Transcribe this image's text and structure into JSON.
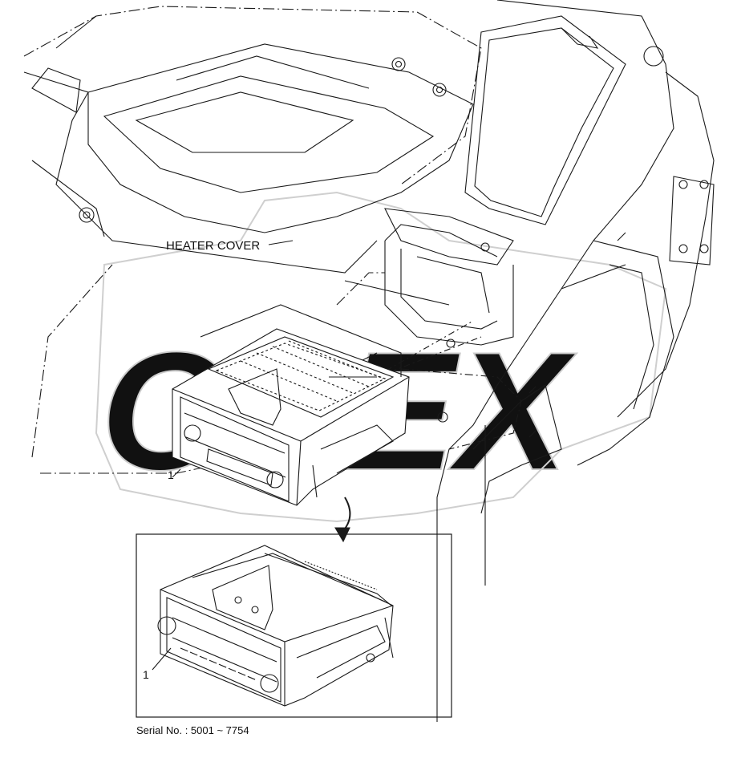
{
  "labels": {
    "heater_cover": "HEATER COVER",
    "callout_main": "1",
    "callout_inset": "1",
    "serial": "Serial No.  : 5001 ~ 7754"
  },
  "watermark": {
    "text": "OPEX",
    "color": "#d9d9d9"
  },
  "colors": {
    "line": "#1a1a1a",
    "fill": "#ffffff"
  }
}
